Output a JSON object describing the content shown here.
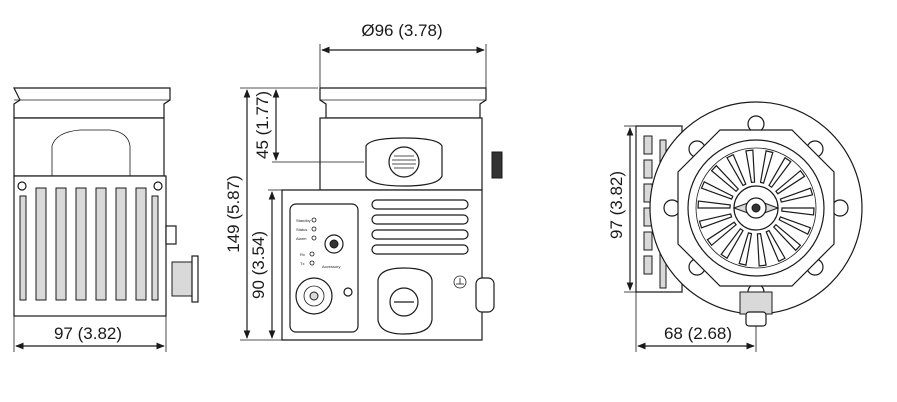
{
  "views": {
    "left": {
      "width_label": "97 (3.82)"
    },
    "center": {
      "diameter_label": "Ø96 (3.78)",
      "height_total_label": "149 (5.87)",
      "height_upper_label": "45 (1.77)",
      "height_lower_label": "90 (3.54)",
      "panel_labels": [
        "Standby",
        "Status",
        "Alarm",
        "Rx",
        "Tx",
        "Accessory"
      ]
    },
    "right": {
      "height_label": "97 (3.82)",
      "offset_label": "68 (2.68)"
    }
  },
  "colors": {
    "line": "#1a1a1a",
    "shade": "#d9d9d9",
    "background": "#ffffff"
  }
}
